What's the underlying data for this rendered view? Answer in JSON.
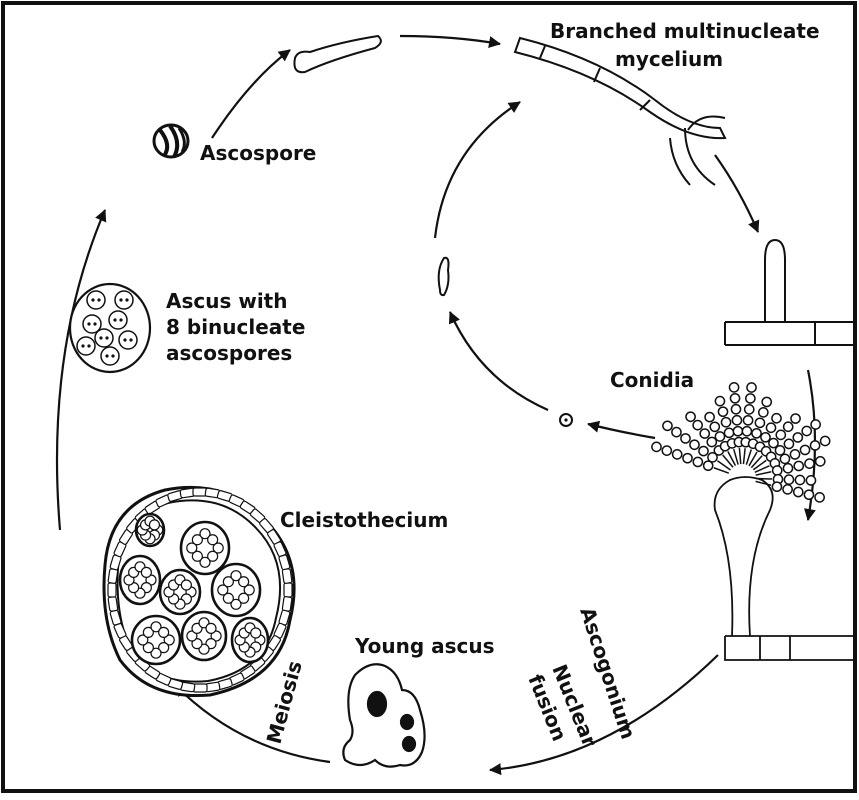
{
  "diagram": {
    "labels": {
      "branched_mycelium_line1": "Branched multinucleate",
      "branched_mycelium_line2": "mycelium",
      "ascospore": "Ascospore",
      "ascus_line1": "Ascus with",
      "ascus_line2": "8 binucleate",
      "ascus_line3": "ascospores",
      "conidia": "Conidia",
      "cleistothecium": "Cleistothecium",
      "young_ascus": "Young ascus",
      "meiosis": "Meiosis",
      "ascogonium": "Ascogonium",
      "nuclear": "Nuclear",
      "fusion": "fusion"
    }
  }
}
